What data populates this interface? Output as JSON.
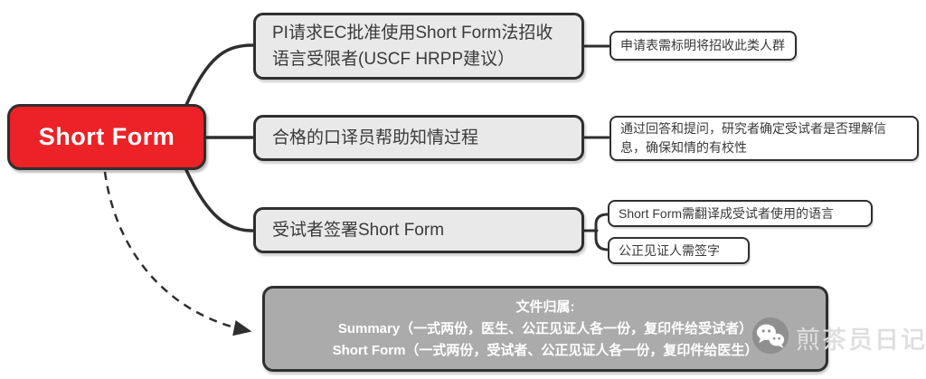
{
  "root": {
    "label": "Short Form"
  },
  "branches": [
    {
      "label": "PI请求EC批准使用Short Form法招收语言受限者(USCF HRPP建议）",
      "children": [
        {
          "label": "申请表需标明将招收此类人群"
        }
      ]
    },
    {
      "label": "合格的口译员帮助知情过程",
      "children": [
        {
          "label": "通过回答和提问，研究者确定受试者是否理解信息，确保知情的有校性"
        }
      ]
    },
    {
      "label": "受试者签署Short Form",
      "children": [
        {
          "label": "Short Form需翻译成受试者使用的语言"
        },
        {
          "label": "公正见证人需签字"
        }
      ]
    }
  ],
  "footer": {
    "title": "文件归属:",
    "lines": [
      "Summary（一式两份，医生、公正见证人各一份，复印件给受试者）",
      "Short Form（一式两份，受试者、公正见证人各一份，复印件给医生）"
    ]
  },
  "watermark": {
    "icon": "wechat-icon",
    "text": "煎茶员日记"
  },
  "colors": {
    "root_bg": "#ec2227",
    "branch_bg": "#e9e9e9",
    "leaf_bg": "#ffffff",
    "footer_bg": "#ababab",
    "line": "#2f2f2f",
    "text_dark": "#3a3a3a",
    "text_light": "#ffffff",
    "watermark_text": "#dedede"
  }
}
